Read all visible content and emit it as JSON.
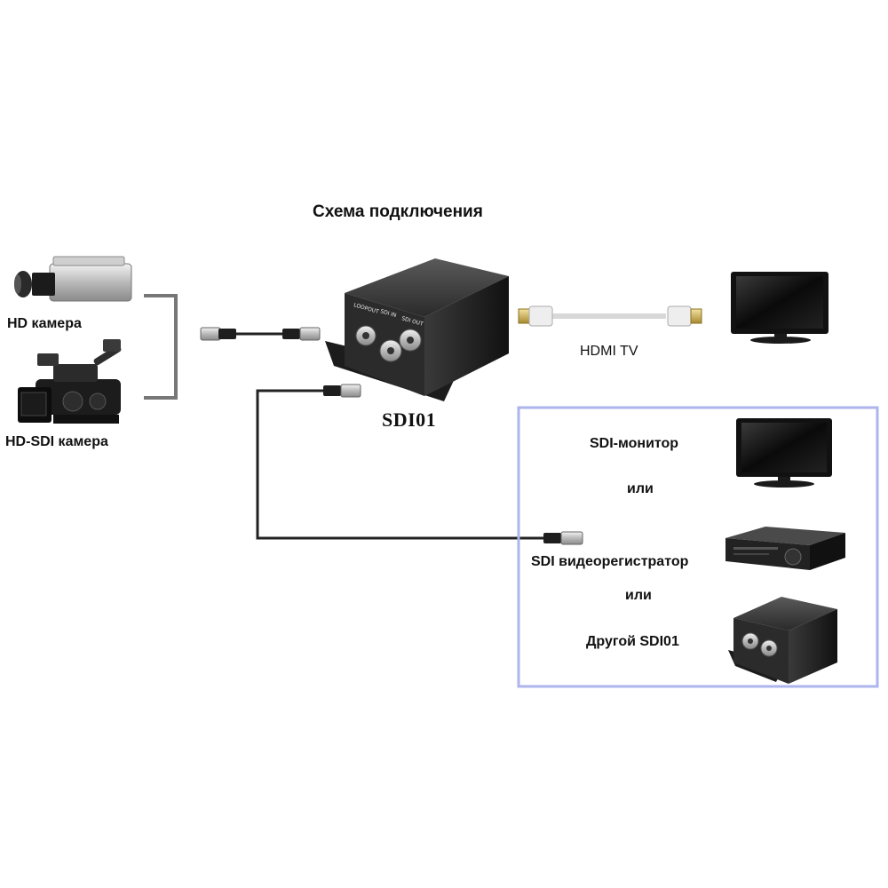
{
  "diagram": {
    "title": "Схема подключения",
    "sources": {
      "hd_camera": "HD камера",
      "hd_sdi_camera": "HD-SDI камера"
    },
    "device": {
      "model": "SDI01",
      "ports": {
        "loop_out": "LOOPOUT",
        "sdi_in": "SDI IN",
        "sdi_out": "SDI OUT"
      }
    },
    "hdmi_output": "HDMI TV",
    "sdi_outputs": {
      "monitor": "SDI-монитор",
      "or_1": "или",
      "recorder": "SDI видеорегистратор",
      "or_2": "или",
      "other": "Другой SDI01"
    }
  },
  "colors": {
    "frame": "#aeb4ec",
    "cable": "#222222",
    "hdmi_cable": "#d8d8d8",
    "bracket": "#777777"
  }
}
